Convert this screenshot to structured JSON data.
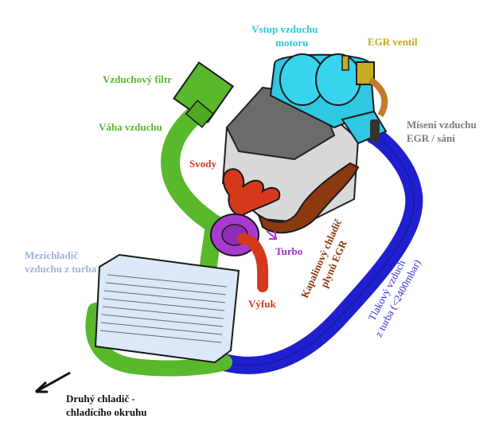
{
  "labels": {
    "air_intake": [
      "Vstup vzduchu",
      "motoru"
    ],
    "egr_valve": "EGR ventil",
    "air_filter": "Vzduchový filtr",
    "air_mass_meter": "Váha vzduchu",
    "egr_mixing": [
      "Mísení vzduchu",
      "EGR / sání"
    ],
    "manifolds": "Svody",
    "intercooler": [
      "Mezichladič",
      "vzduchu z turba"
    ],
    "turbo": "Turbo",
    "liquid_egr_cooler": [
      "Kapalinový chladič",
      "plynů EGR"
    ],
    "pressure_air": [
      "Tlakový vzduch",
      "z turba (<2400mbar)"
    ],
    "exhaust": "Výfuk",
    "second_cooler": [
      "Druhý chladič -",
      "chladícího okruhu"
    ]
  },
  "colors": {
    "green": "#57b82d",
    "cyan": "#29c6e0",
    "gold": "#c6a81c",
    "gray": "#7a7a7a",
    "red": "#d4391c",
    "blue_label": "#9ab5d8",
    "magenta": "#a32cc4",
    "brown": "#8b3a10",
    "blue": "#2d2dd6",
    "black": "#111111"
  }
}
